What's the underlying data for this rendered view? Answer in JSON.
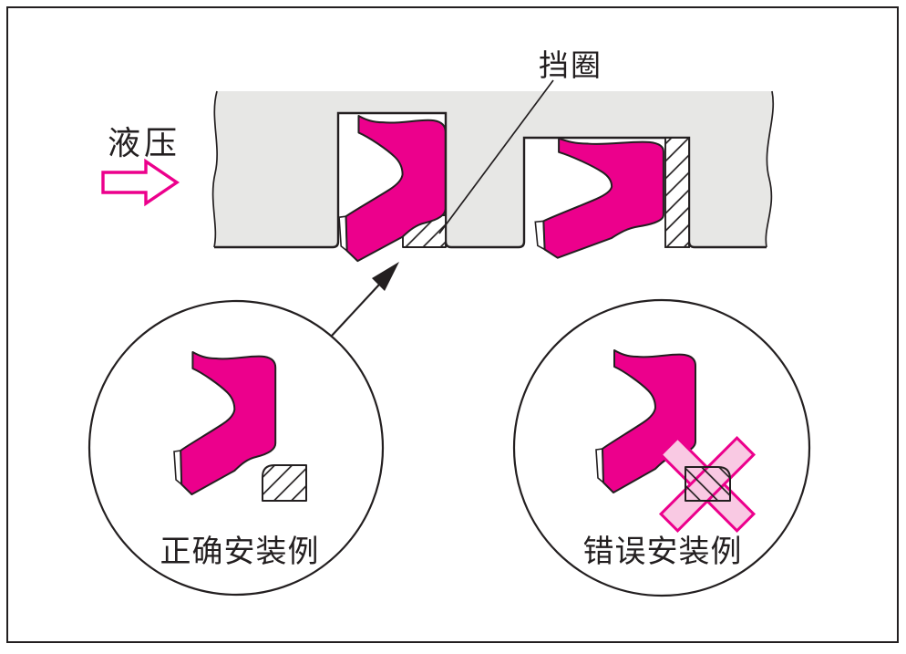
{
  "diagram": {
    "labels": {
      "backup_ring": "挡圈",
      "hydraulic_pressure": "液压",
      "correct_install": "正确安装例",
      "wrong_install": "错误安装例"
    },
    "colors": {
      "seal_magenta": "#EC008C",
      "block_gray": "#E7E7E5",
      "line_black": "#231F20",
      "ring_white": "#FFFFFF",
      "x_fill": "#F9C9E3",
      "x_stroke": "#EC008C",
      "pressure_arrow_stroke": "#EC008C",
      "pressure_arrow_fill": "#FFFFFF"
    }
  }
}
